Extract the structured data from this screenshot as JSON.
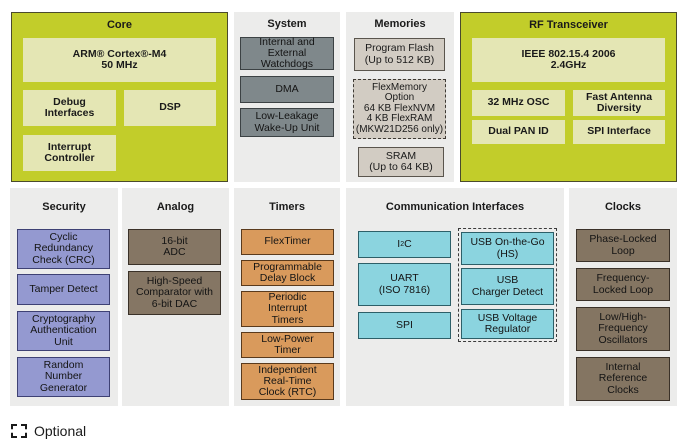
{
  "core": {
    "title": "Core",
    "cpu_line1": "ARM® Cortex®-M4",
    "cpu_line2": "50 MHz",
    "debug": "Debug\nInterfaces",
    "dsp": "DSP",
    "interrupt": "Interrupt\nController"
  },
  "system": {
    "title": "System",
    "items": [
      "Internal and\nExternal\nWatchdogs",
      "DMA",
      "Low-Leakage\nWake-Up Unit"
    ]
  },
  "memories": {
    "title": "Memories",
    "flash": "Program Flash\n(Up to 512 KB)",
    "flexmemory": "FlexMemory\nOption\n64 KB FlexNVM\n4 KB FlexRAM\n(MKW21D256 only)",
    "sram": "SRAM\n(Up to 64 KB)"
  },
  "rf": {
    "title": "RF Transceiver",
    "ieee": "IEEE 802.15.4 2006\n2.4GHz",
    "osc": "32 MHz OSC",
    "antenna": "Fast Antenna\nDiversity",
    "pan": "Dual PAN ID",
    "spi": "SPI Interface"
  },
  "security": {
    "title": "Security",
    "items": [
      "Cyclic\nRedundancy\nCheck (CRC)",
      "Tamper Detect",
      "Cryptography\nAuthentication\nUnit",
      "Random\nNumber\nGenerator"
    ]
  },
  "analog": {
    "title": "Analog",
    "items": [
      "16-bit\nADC",
      "High-Speed\nComparator with\n6-bit DAC"
    ]
  },
  "timers": {
    "title": "Timers",
    "items": [
      "FlexTimer",
      "Programmable\nDelay Block",
      "Periodic\nInterrupt\nTimers",
      "Low-Power\nTimer",
      "Independent\nReal-Time\nClock (RTC)"
    ]
  },
  "comm": {
    "title": "Communication Interfaces",
    "i2c_base": "I",
    "i2c_sup": "2",
    "i2c_tail": "C",
    "uart": "UART\n(ISO 7816)",
    "spi": "SPI",
    "usb_items": [
      "USB On-the-Go\n(HS)",
      "USB\nCharger Detect",
      "USB Voltage\nRegulator"
    ]
  },
  "clocks": {
    "title": "Clocks",
    "items": [
      "Phase-Locked\nLoop",
      "Frequency-\nLocked Loop",
      "Low/High-\nFrequency\nOscillators",
      "Internal\nReference\nClocks"
    ]
  },
  "legend": {
    "label": "Optional"
  }
}
